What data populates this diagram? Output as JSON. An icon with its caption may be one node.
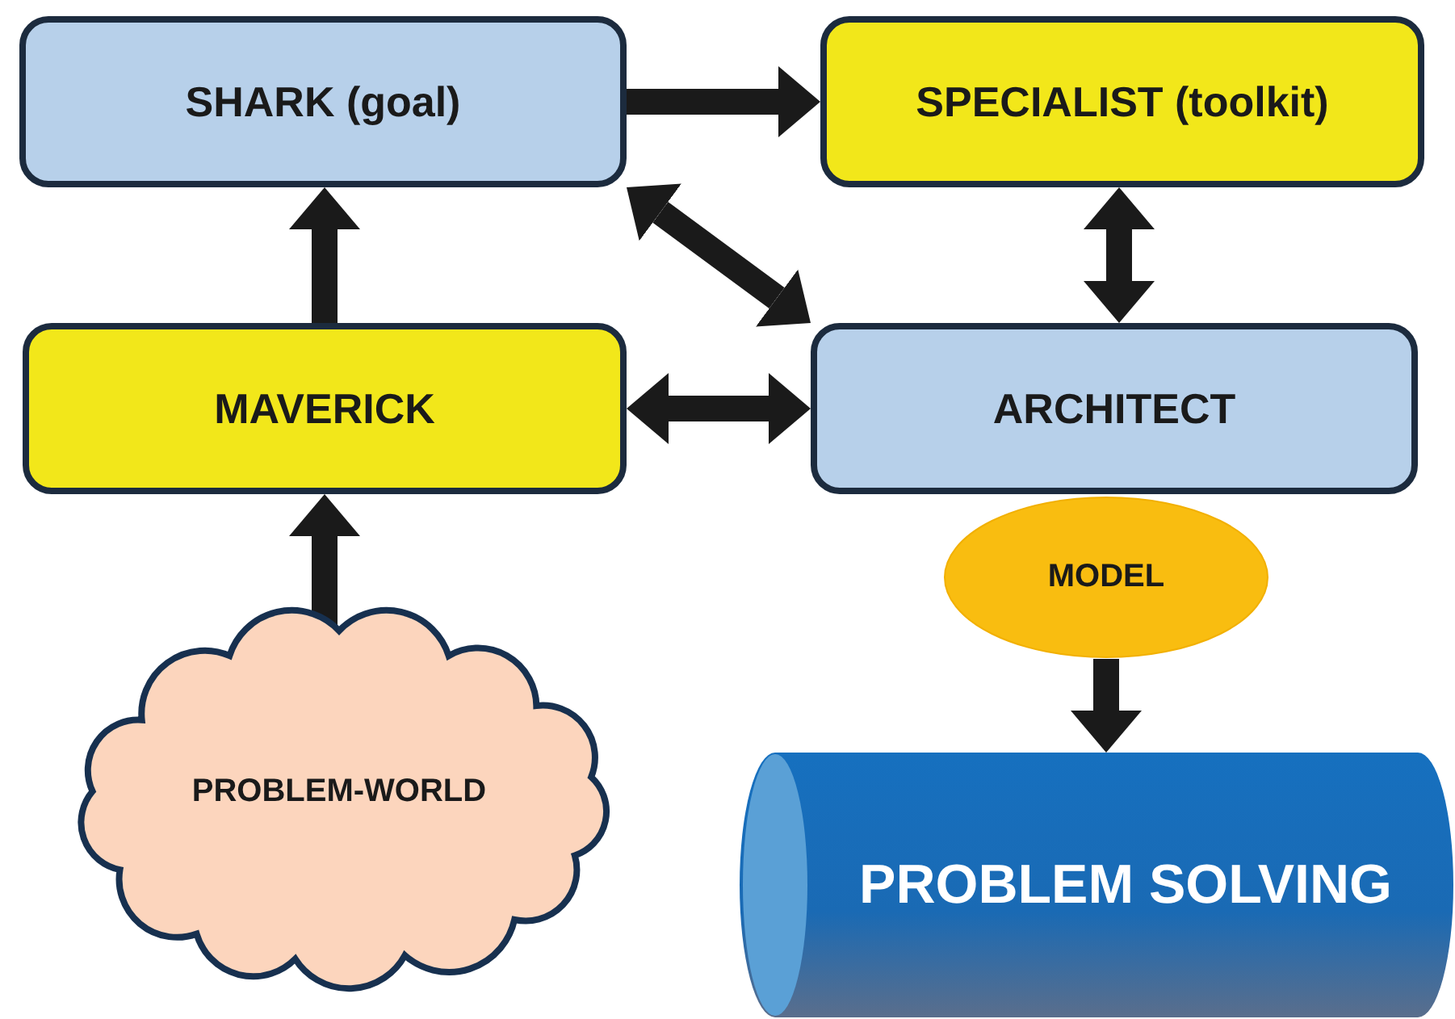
{
  "diagram": {
    "nodes": [
      {
        "text": [
          "SHARK (goal)"
        ]
      },
      {
        "text": [
          "SPECIALIST (toolkit)"
        ]
      },
      {
        "text": [
          "MAVERICK"
        ]
      },
      {
        "text": [
          "ARCHITECT"
        ]
      },
      {
        "text": [
          "MODEL"
        ]
      },
      {
        "text": [
          "PROBLEM-WORLD"
        ]
      },
      {
        "text": [
          "PROBLEM SOLVING"
        ]
      }
    ],
    "edges": [
      {
        "from": 0,
        "to": 1,
        "arrow": "to"
      },
      {
        "from": 1,
        "to": 3,
        "arrow": "both"
      },
      {
        "from": 0,
        "to": 3,
        "arrow": "both"
      },
      {
        "from": 2,
        "to": 0,
        "arrow": "to"
      },
      {
        "from": 2,
        "to": 3,
        "arrow": "both"
      },
      {
        "from": 5,
        "to": 2,
        "arrow": "to"
      },
      {
        "from": 4,
        "to": 6,
        "arrow": "to"
      }
    ]
  }
}
